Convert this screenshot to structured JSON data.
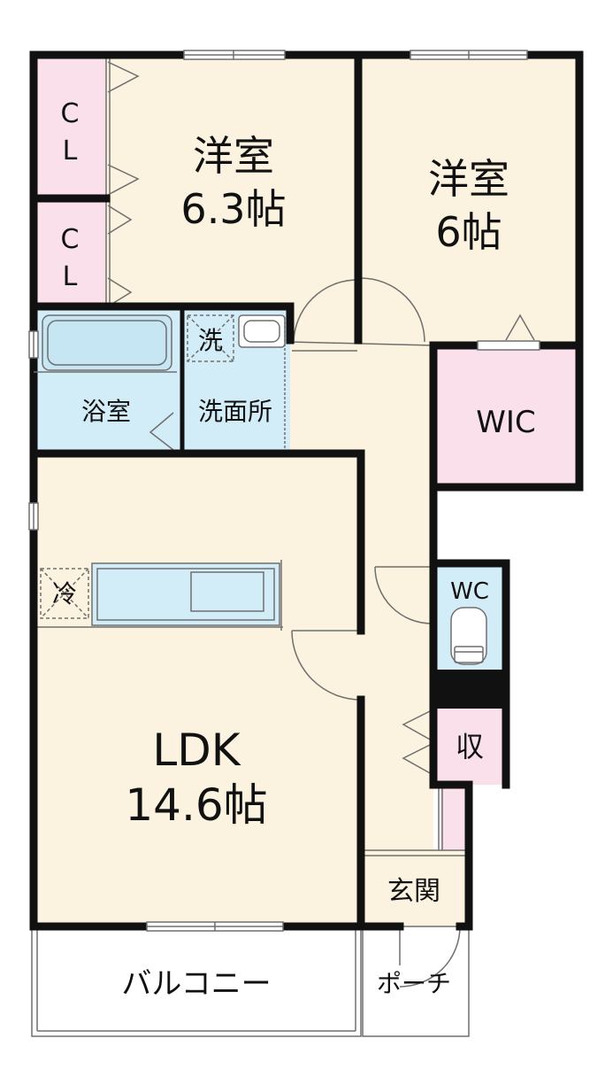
{
  "colors": {
    "floor": "#fbf2df",
    "wet": "#d3edf8",
    "storage": "#fae0ea",
    "wall": "#111111",
    "line": "#6f6f6f",
    "exterior": "#ffffff"
  },
  "rooms": {
    "western_a": {
      "name": "洋室",
      "size": "6.3帖"
    },
    "western_b": {
      "name": "洋室",
      "size": "6帖"
    },
    "ldk": {
      "name": "LDK",
      "size": "14.6帖"
    },
    "bath": {
      "name": "浴室"
    },
    "washroom": {
      "name": "洗面所"
    },
    "wic": {
      "name": "WIC"
    },
    "wc": {
      "name": "WC"
    },
    "closet_small": {
      "name": "収"
    },
    "entrance": {
      "name": "玄関"
    },
    "balcony": {
      "name": "バルコニー"
    },
    "porch": {
      "name": "ポーチ"
    }
  },
  "closets": [
    {
      "line1": "C",
      "line2": "L"
    },
    {
      "line1": "C",
      "line2": "L"
    }
  ],
  "fixtures": {
    "washer": "洗",
    "fridge": "冷"
  }
}
